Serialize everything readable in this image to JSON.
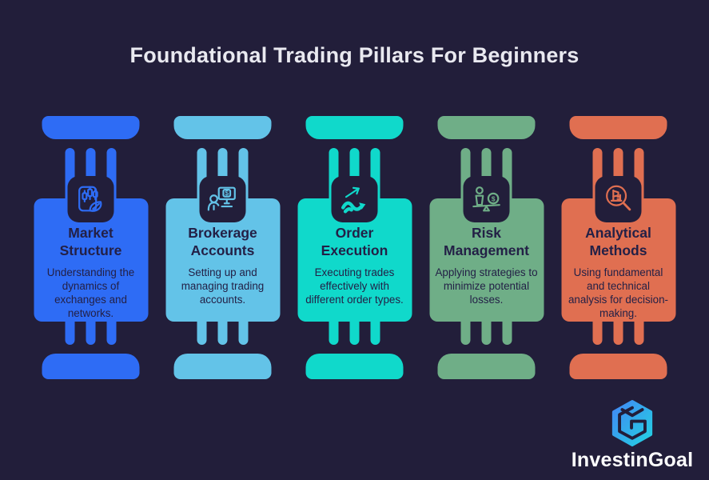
{
  "title": "Foundational Trading Pillars For Beginners",
  "colors": {
    "background": "#221e3a",
    "card_text": "#232046",
    "title_text": "#e9e9f0",
    "brand_text": "#ffffff",
    "logo_gradient_start": "#4286f5",
    "logo_gradient_end": "#23d2e2"
  },
  "pillars": [
    {
      "title": "Market Structure",
      "description": "Understanding the dynamics of exchanges and networks.",
      "color": "#2e6cf5",
      "icon": "candlestick-chart-icon"
    },
    {
      "title": "Brokerage Accounts",
      "description": "Setting up and managing trading accounts.",
      "color": "#63c3e8",
      "icon": "broker-monitor-icon"
    },
    {
      "title": "Order Execution",
      "description": "Executing trades effectively with different order types.",
      "color": "#10d9cb",
      "icon": "order-arrows-icon"
    },
    {
      "title": "Risk Management",
      "description": "Applying strategies to minimize potential losses.",
      "color": "#6fae87",
      "icon": "balance-scale-icon"
    },
    {
      "title": "Analytical Methods",
      "description": "Using fundamental and technical analysis for decision-making.",
      "color": "#e06f51",
      "icon": "magnifier-chart-icon"
    }
  ],
  "brand": {
    "name": "InvestinGoal",
    "logo": "investingoal-hexagon-logo"
  }
}
